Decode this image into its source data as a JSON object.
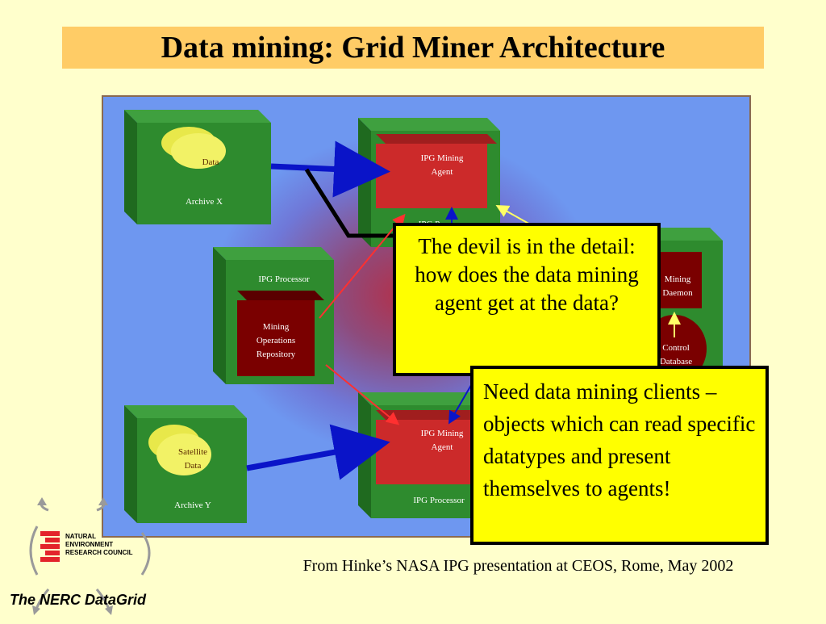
{
  "title": "Data mining: Grid Miner Architecture",
  "diagram": {
    "archive_x": {
      "label": "Archive X",
      "store": "Data"
    },
    "archive_y": {
      "label": "Archive Y",
      "store_line1": "Satellite",
      "store_line2": "Data"
    },
    "processor_left": {
      "label": "IPG Processor",
      "repo_line1": "Mining",
      "repo_line2": "Operations",
      "repo_line3": "Repository"
    },
    "agent_top": {
      "line1": "IPG Mining",
      "line2": "Agent",
      "processor_partial": "IPG P"
    },
    "agent_bottom": {
      "line1": "IPG Mining",
      "line2": "Agent",
      "processor": "IPG Processor"
    },
    "right_box": {
      "daemon_line1": "Mining",
      "daemon_line2": "Daemon",
      "db_line1": "Control",
      "db_line2": "Database"
    }
  },
  "callout1": "The devil is in the detail: how does the data mining agent get at the data?",
  "callout2": "Need data mining clients – objects which can read specific datatypes and present themselves to agents!",
  "source": "From Hinke’s NASA IPG presentation at CEOS, Rome, May 2002",
  "logo": {
    "line1": "NATURAL",
    "line2": "ENVIRONMENT",
    "line3": "RESEARCH COUNCIL",
    "brand": "The NERC DataGrid"
  },
  "colors": {
    "background": "#ffffcc",
    "title_bar": "#ffcc66",
    "callout": "#ffff00",
    "box_green": "#2e8b2e",
    "agent_red": "#cc2a2a",
    "repo_darkred": "#7a0000"
  }
}
